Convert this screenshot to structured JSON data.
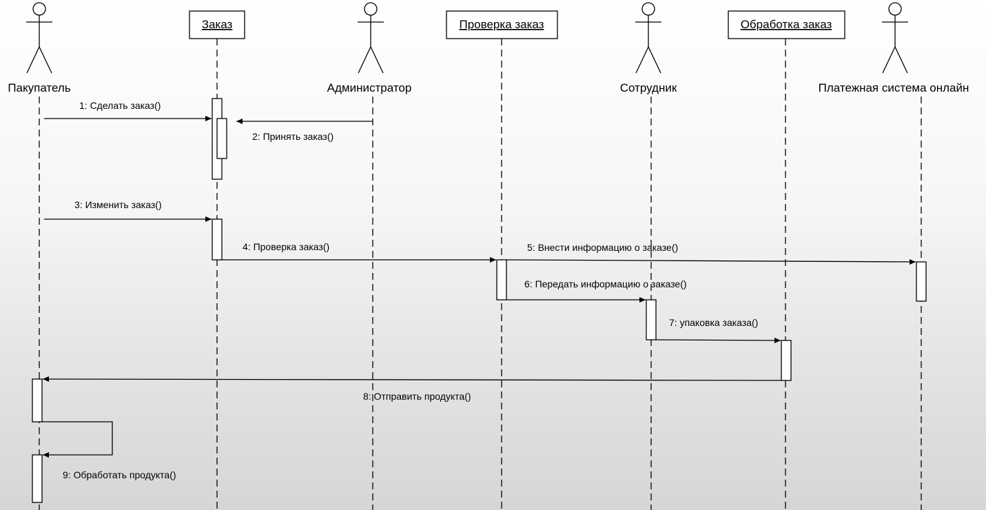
{
  "diagram": {
    "type": "sequence",
    "actors": {
      "customer": "Пакупатель",
      "admin": "Администратор",
      "employee": "Сотрудник",
      "payment": "Платежная система онлайн"
    },
    "objects": {
      "order": "Заказ",
      "check": "Проверка заказ",
      "processing": "Обработка заказ"
    },
    "messages": [
      "1: Сделать заказ()",
      "2: Принять заказ()",
      "3: Изменить заказ()",
      "4: Проверка заказ()",
      "5: Внести информацию о заказе()",
      "6: Передать информацию о заказе()",
      "7: упаковка заказа()",
      "8: Отправить продукта()",
      "9: Обработать продукта()"
    ]
  }
}
